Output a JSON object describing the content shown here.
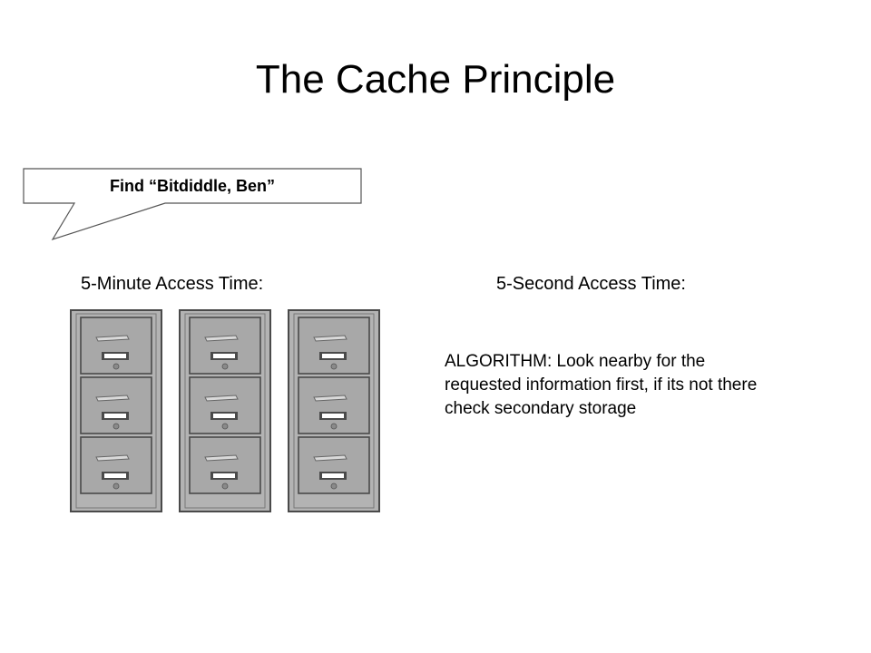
{
  "slide": {
    "title": "The Cache Principle",
    "callout": "Find “Bitdiddle, Ben”",
    "left_heading": "5-Minute Access Time:",
    "right_heading": "5-Second Access Time:",
    "algorithm_text": "ALGORITHM: Look nearby for the requested information first, if its not there check secondary storage"
  },
  "illustration": {
    "icon": "filing-cabinet-icon",
    "cabinet_count": 3,
    "drawers_per_cabinet": 3,
    "colors": {
      "cabinet_body": "#b3b3b3",
      "cabinet_outline": "#4a4a4a",
      "drawer_face": "#a8a8a8",
      "handle": "#ffffff"
    }
  }
}
